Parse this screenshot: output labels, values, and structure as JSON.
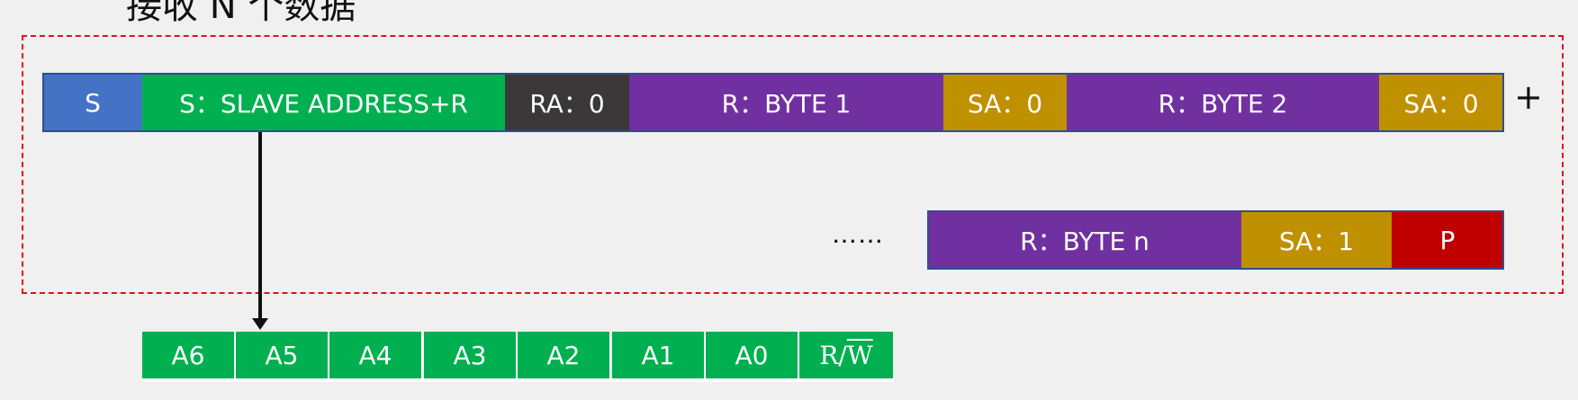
{
  "title": "接收 N 个数据",
  "row1": [
    {
      "label": "S",
      "color": "#4472c4"
    },
    {
      "label": "S：SLAVE ADDRESS+R",
      "color": "#00b050"
    },
    {
      "label": "RA：0",
      "color": "#3a3838"
    },
    {
      "label": "R：BYTE 1",
      "color": "#7030a0"
    },
    {
      "label": "SA：0",
      "color": "#bf9000"
    },
    {
      "label": "R：BYTE 2",
      "color": "#7030a0"
    },
    {
      "label": "SA：0",
      "color": "#bf9000"
    }
  ],
  "continuation": "+",
  "ellipsis": "……",
  "row2": [
    {
      "label": "R：BYTE n",
      "color": "#7030a0"
    },
    {
      "label": "SA：1",
      "color": "#bf9000"
    },
    {
      "label": "P",
      "color": "#c00000"
    }
  ],
  "address_bits": {
    "bits": [
      "A6",
      "A5",
      "A4",
      "A3",
      "A2",
      "A1",
      "A0"
    ],
    "rw_prefix": "R/",
    "rw_overline": "W",
    "color": "#00b050"
  }
}
